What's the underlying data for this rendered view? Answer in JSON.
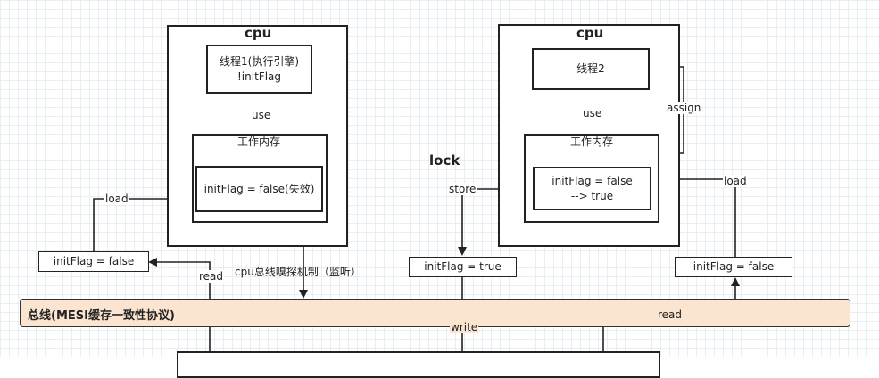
{
  "cpu_left": {
    "title": "cpu",
    "thread": [
      "线程1(执行引擎)",
      "!initFlag"
    ],
    "use_label": "use",
    "work_mem_title": "工作内存",
    "var": "initFlag = false(失效)"
  },
  "cpu_right": {
    "title": "cpu",
    "thread": "线程2",
    "use_label": "use",
    "assign_label": "assign",
    "work_mem_title": "工作内存",
    "var": [
      "initFlag = false",
      "--> true"
    ]
  },
  "left_mem": {
    "value": "initFlag = false",
    "load_label": "load",
    "read_label": "read"
  },
  "sniff_label": "cpu总线嗅探机制（监听）",
  "middle": {
    "lock_label": "lock",
    "store_label": "store",
    "value": "initFlag = true",
    "write_label": "write"
  },
  "right_mem": {
    "value": "initFlag = false",
    "load_label": "load",
    "read_label": "read"
  },
  "bus": {
    "label": "总线(MESI缓存一致性协议)",
    "fill": "#fbe5d0"
  }
}
